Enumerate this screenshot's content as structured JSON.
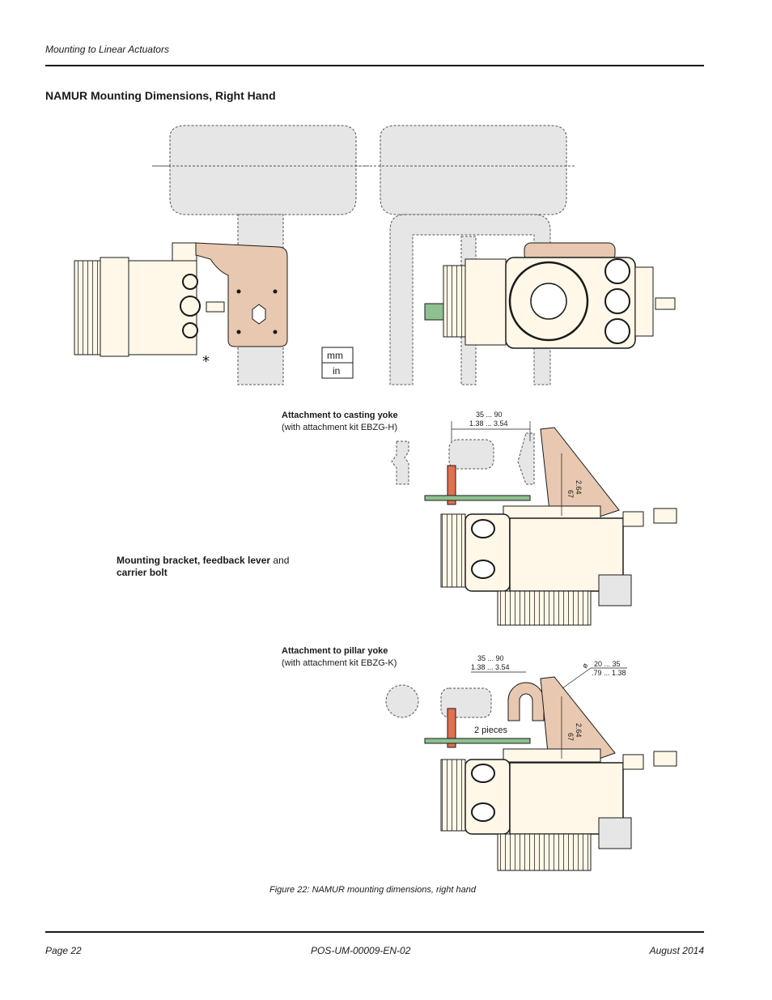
{
  "header": {
    "section": "Mounting to Linear Actuators"
  },
  "page_title": "NAMUR Mounting Dimensions, Right Hand",
  "units_box": {
    "top": "mm",
    "bottom": "in"
  },
  "casting": {
    "title": "Attachment to casting yoke",
    "kit": "(with attachment kit EBZG-H)",
    "dim_range_mm": "35 ... 90",
    "dim_range_in": "1.38 ... 3.54",
    "dim_h_mm": "67",
    "dim_h_in": "2.64"
  },
  "bracket_label": {
    "bold1": "Mounting bracket, feedback lever",
    "normal": " and",
    "bold2": "carrier bolt"
  },
  "pillar": {
    "title": "Attachment to pillar yoke",
    "kit": "(with attachment kit EBZG-K)",
    "dim_range_mm": "35 ... 90",
    "dim_range_in": "1.38 ... 3.54",
    "dia_mm": "20 ... 35",
    "dia_in": ".79 ... 1.38",
    "dia_symbol": "ø",
    "dim_h_mm": "67",
    "dim_h_in": "2.64",
    "pieces": "2 pieces"
  },
  "asterisk": "*",
  "figure_caption": "Figure 22:  NAMUR mounting dimensions, right hand",
  "footer": {
    "page": "Page 22",
    "doc_id": "POS-UM-00009-EN-02",
    "date": "August 2014"
  },
  "colors": {
    "bracket": "#e8c8b0",
    "actuator": "#e6e6e6",
    "device": "#fff8e8",
    "bolt": "#e07050",
    "lever": "#8fc08f"
  }
}
